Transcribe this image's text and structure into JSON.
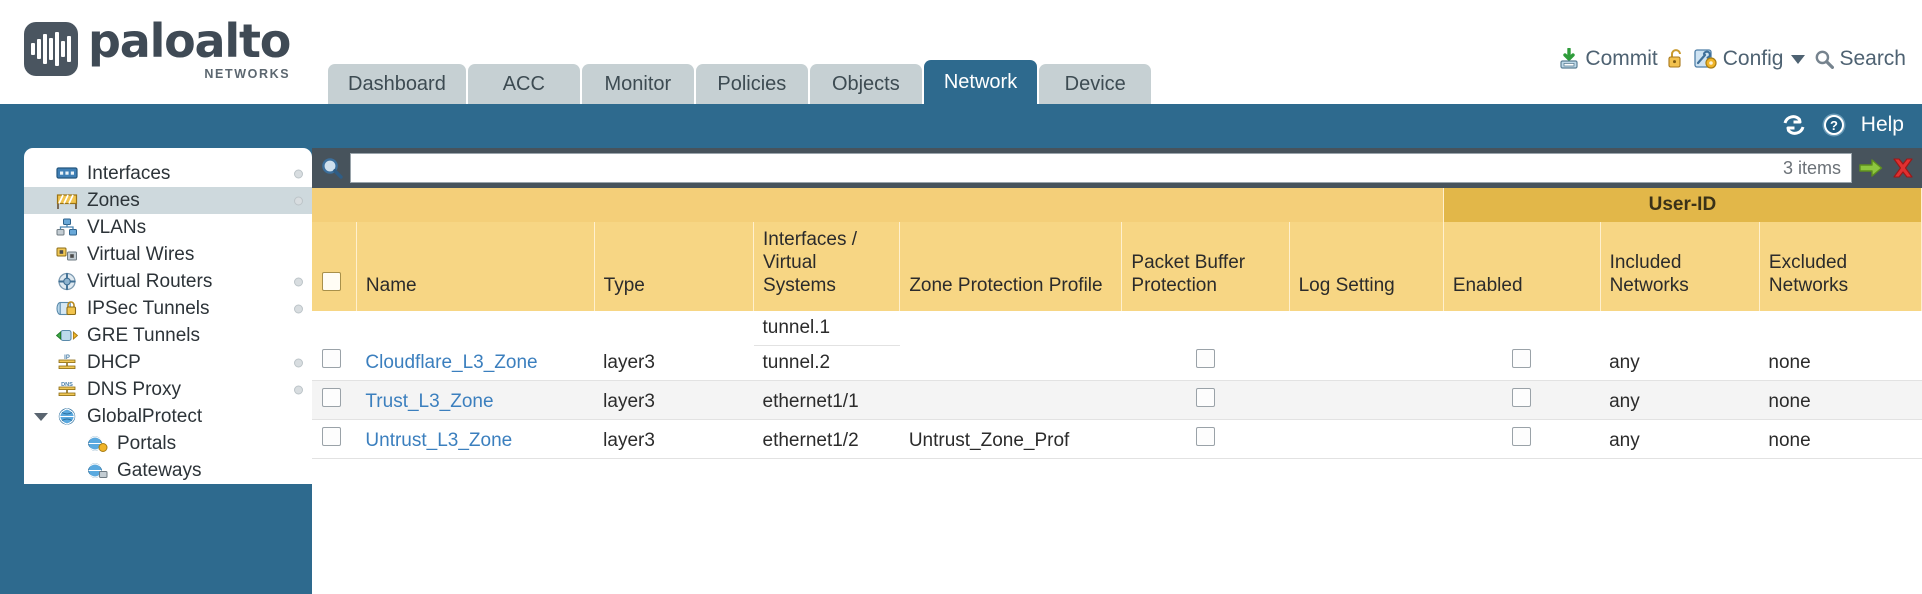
{
  "brand": {
    "name": "paloalto",
    "tagline": "NETWORKS",
    "logo_icon": "paloalto-waveform-logo"
  },
  "header": {
    "tabs": [
      {
        "label": "Dashboard",
        "active": false
      },
      {
        "label": "ACC",
        "active": false
      },
      {
        "label": "Monitor",
        "active": false
      },
      {
        "label": "Policies",
        "active": false
      },
      {
        "label": "Objects",
        "active": false
      },
      {
        "label": "Network",
        "active": true
      },
      {
        "label": "Device",
        "active": false
      }
    ],
    "actions": {
      "commit_label": "Commit",
      "commit_icon": "commit-save-icon",
      "lock_icon": "unlock-icon",
      "config_label": "Config",
      "config_icon": "config-wrench-gear-icon",
      "config_caret_icon": "chevron-down-icon",
      "search_label": "Search",
      "search_icon": "search-icon"
    },
    "colors": {
      "active_tab_bg": "#2e6a8e",
      "tab_bg": "#c6d0d3",
      "link_text": "#4e6272"
    }
  },
  "toolbar": {
    "refresh_icon": "refresh-icon",
    "help_label": "Help",
    "help_icon": "help-question-icon"
  },
  "sidebar": {
    "items": [
      {
        "label": "Interfaces",
        "icon": "interfaces-icon",
        "selected": false,
        "dot": true,
        "child": false,
        "expander": false
      },
      {
        "label": "Zones",
        "icon": "zones-icon",
        "selected": true,
        "dot": true,
        "child": false,
        "expander": false
      },
      {
        "label": "VLANs",
        "icon": "vlans-icon",
        "selected": false,
        "dot": false,
        "child": false,
        "expander": false
      },
      {
        "label": "Virtual Wires",
        "icon": "virtual-wires-icon",
        "selected": false,
        "dot": false,
        "child": false,
        "expander": false
      },
      {
        "label": "Virtual Routers",
        "icon": "virtual-routers-icon",
        "selected": false,
        "dot": true,
        "child": false,
        "expander": false
      },
      {
        "label": "IPSec Tunnels",
        "icon": "ipsec-tunnels-icon",
        "selected": false,
        "dot": true,
        "child": false,
        "expander": false
      },
      {
        "label": "GRE Tunnels",
        "icon": "gre-tunnels-icon",
        "selected": false,
        "dot": false,
        "child": false,
        "expander": false
      },
      {
        "label": "DHCP",
        "icon": "dhcp-icon",
        "selected": false,
        "dot": true,
        "child": false,
        "expander": false
      },
      {
        "label": "DNS Proxy",
        "icon": "dns-proxy-icon",
        "selected": false,
        "dot": true,
        "child": false,
        "expander": false
      },
      {
        "label": "GlobalProtect",
        "icon": "globalprotect-icon",
        "selected": false,
        "dot": false,
        "child": false,
        "expander": true
      },
      {
        "label": "Portals",
        "icon": "portals-icon",
        "selected": false,
        "dot": false,
        "child": true,
        "expander": false
      },
      {
        "label": "Gateways",
        "icon": "gateways-icon",
        "selected": false,
        "dot": false,
        "child": true,
        "expander": false
      }
    ]
  },
  "search": {
    "icon": "search-magnifier-icon",
    "value": "",
    "placeholder": "",
    "item_count_label": "3 items",
    "apply_icon": "green-arrow-right-icon",
    "clear_icon": "red-x-icon"
  },
  "table": {
    "group_header": {
      "user_id_label": "User-ID"
    },
    "columns": [
      {
        "key": "checkbox",
        "label": ""
      },
      {
        "key": "name",
        "label": "Name"
      },
      {
        "key": "type",
        "label": "Type"
      },
      {
        "key": "interfaces",
        "label": "Interfaces / Virtual Systems"
      },
      {
        "key": "zpp",
        "label": "Zone Protection Profile"
      },
      {
        "key": "pbp",
        "label": "Packet Buffer Protection"
      },
      {
        "key": "log",
        "label": "Log Setting"
      },
      {
        "key": "enabled",
        "label": "Enabled"
      },
      {
        "key": "included",
        "label": "Included Networks"
      },
      {
        "key": "excluded",
        "label": "Excluded Networks"
      }
    ],
    "rows": [
      {
        "name": "Cloudflare_L3_Zone",
        "type": "layer3",
        "interfaces": [
          "tunnel.1",
          "tunnel.2"
        ],
        "zone_protection_profile": "",
        "packet_buffer_protection": false,
        "log_setting": "",
        "enabled": false,
        "included_networks": "any",
        "excluded_networks": "none",
        "selected": false
      },
      {
        "name": "Trust_L3_Zone",
        "type": "layer3",
        "interfaces": [
          "ethernet1/1"
        ],
        "zone_protection_profile": "",
        "packet_buffer_protection": false,
        "log_setting": "",
        "enabled": false,
        "included_networks": "any",
        "excluded_networks": "none",
        "selected": false
      },
      {
        "name": "Untrust_L3_Zone",
        "type": "layer3",
        "interfaces": [
          "ethernet1/2"
        ],
        "zone_protection_profile": "Untrust_Zone_Prof",
        "packet_buffer_protection": false,
        "log_setting": "",
        "enabled": false,
        "included_networks": "any",
        "excluded_networks": "none",
        "selected": false
      }
    ],
    "colors": {
      "header_bg": "#f7d684",
      "group_bg": "#e2b749",
      "link": "#3b7fbe"
    }
  }
}
